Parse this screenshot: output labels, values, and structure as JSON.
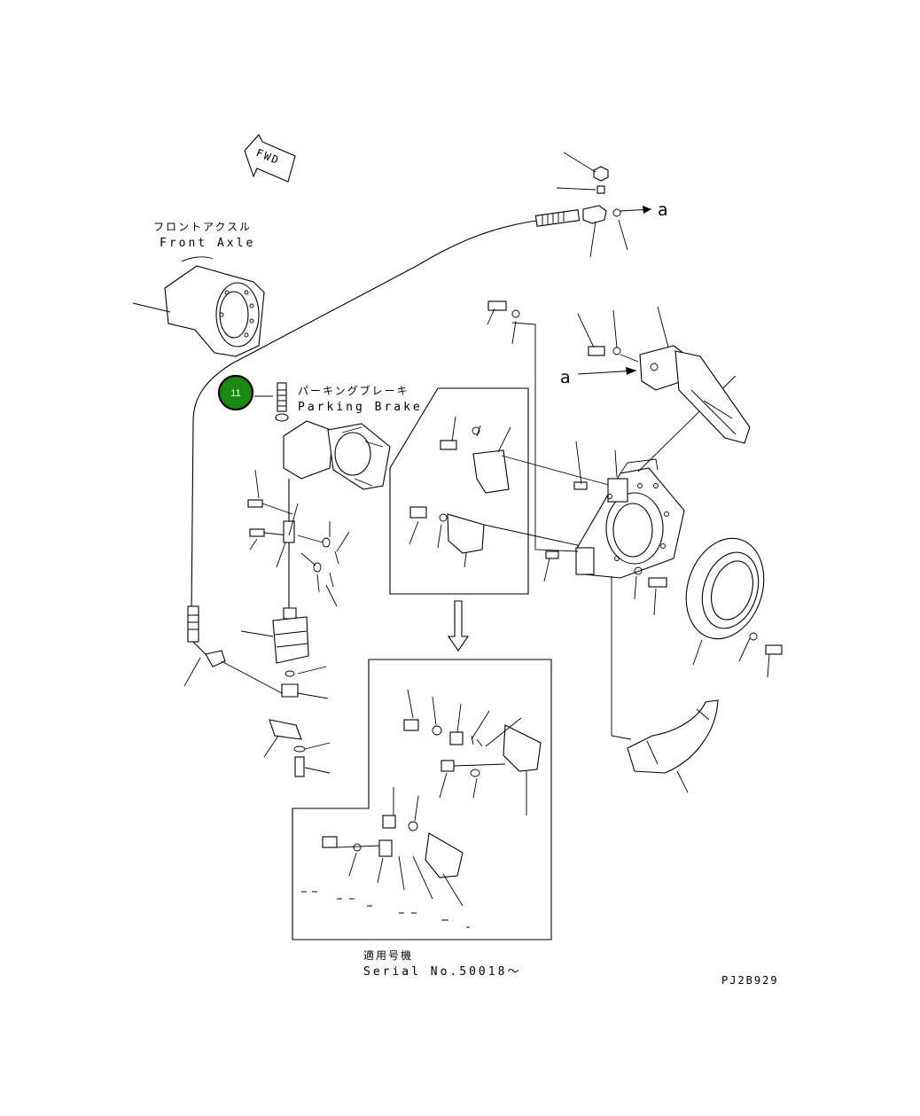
{
  "labels": {
    "fwd": "FWD",
    "front_axle_jp": "フロントアクスル",
    "front_axle_en": "Front Axle",
    "parking_brake_jp": "パーキングブレーキ",
    "parking_brake_en": "Parking Brake",
    "view_a_top": "a",
    "view_a_mid": "a",
    "serial_jp": "適用号機",
    "serial_en": "Serial No.50018～",
    "drawing_code": "PJ2B929"
  },
  "callouts": [
    {
      "number": "11",
      "part": "parking-brake-mounting-bolt"
    }
  ],
  "colors": {
    "callout_fill": "#1c8a12",
    "callout_ring": "#000000",
    "line": "#000000",
    "background": "#ffffff"
  }
}
